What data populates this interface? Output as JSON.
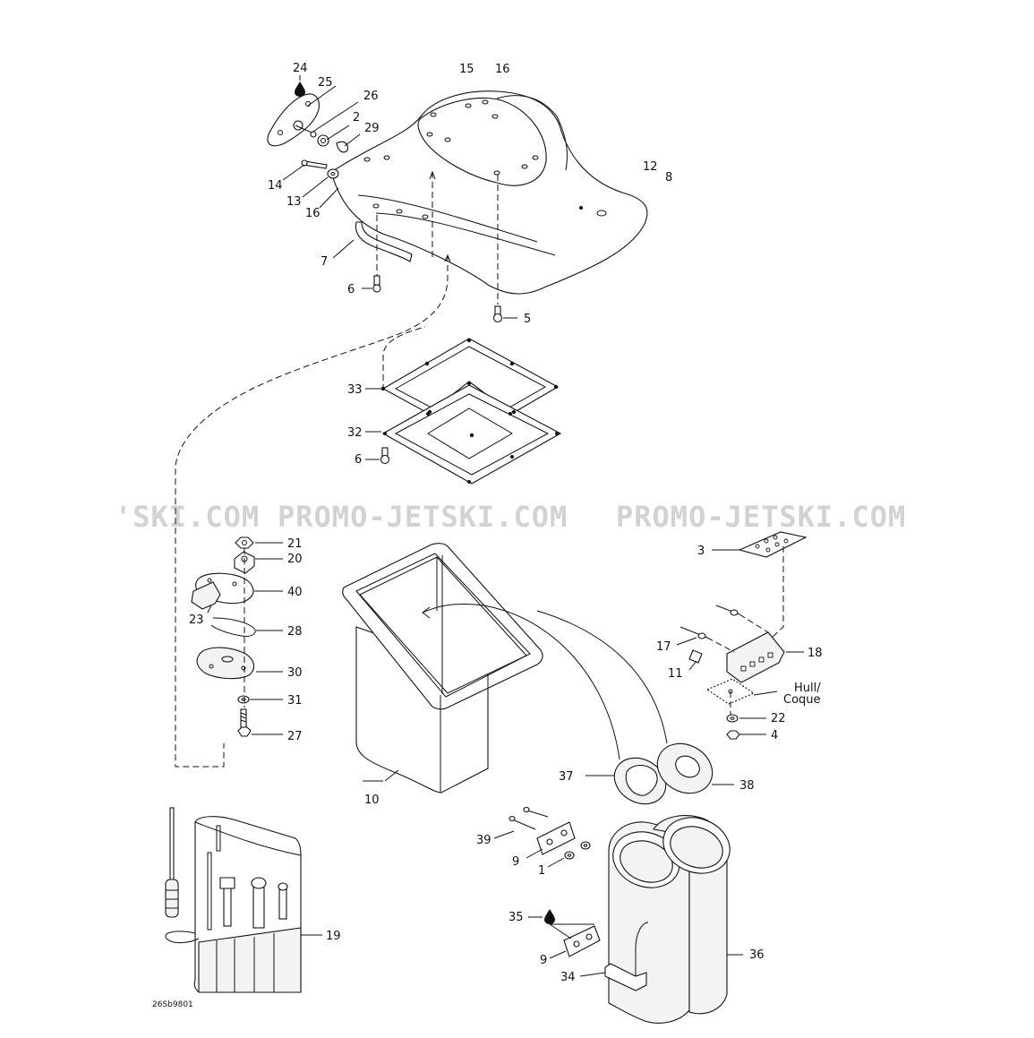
{
  "watermark": {
    "segments": [
      "'SKI.COM",
      "PROMO-JETSKI.COM",
      "PROMO-JETSKI.COM"
    ]
  },
  "reference_code": "26Sb9801",
  "callouts": {
    "c24": "24",
    "c25": "25",
    "c26": "26",
    "c2": "2",
    "c29": "29",
    "c14": "14",
    "c13": "13",
    "c16a": "16",
    "c15": "15",
    "c16b": "16",
    "c12": "12",
    "c8": "8",
    "c7": "7",
    "c6a": "6",
    "c5": "5",
    "c33": "33",
    "c32": "32",
    "c6b": "6",
    "c21": "21",
    "c20": "20",
    "c40": "40",
    "c23": "23",
    "c28": "28",
    "c30": "30",
    "c31": "31",
    "c27": "27",
    "c3": "3",
    "c17": "17",
    "c18": "18",
    "c11": "11",
    "c22": "22",
    "c4": "4",
    "c10": "10",
    "c37": "37",
    "c38": "38",
    "c39": "39",
    "c9a": "9",
    "c1": "1",
    "c35": "35",
    "c9b": "9",
    "c34": "34",
    "c36": "36",
    "c19": "19"
  },
  "hull_label": {
    "line1": "Hull/",
    "line2": "Coque"
  },
  "icons": [
    "drop-icon"
  ]
}
